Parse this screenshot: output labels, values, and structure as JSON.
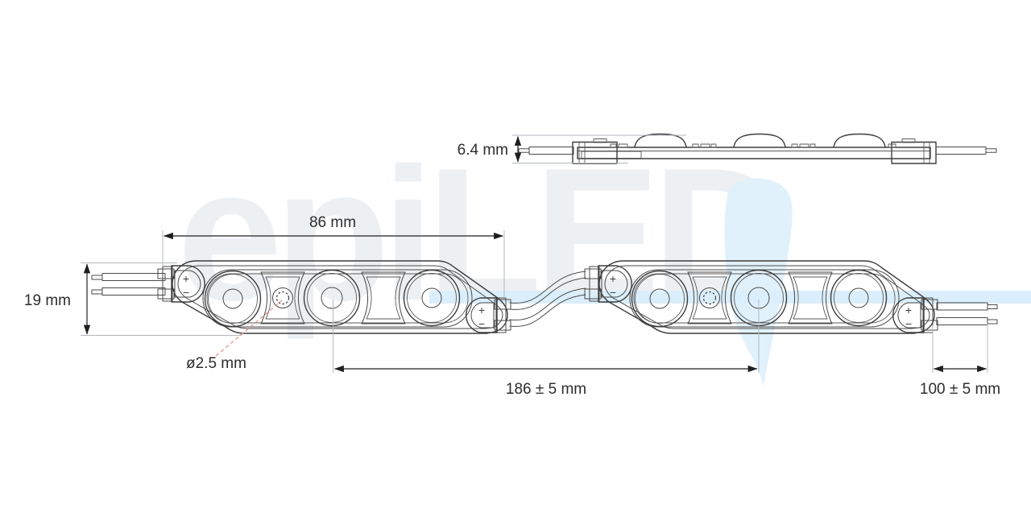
{
  "watermark": {
    "text": "epiLED"
  },
  "dimensions": {
    "module_height": "6.4 mm",
    "module_length": "86 mm",
    "module_width": "19 mm",
    "hole_diameter": "ø2.5 mm",
    "module_spacing": "186 ± 5 mm",
    "wire_length": "100 ± 5 mm"
  },
  "connector": {
    "plus": "+",
    "minus": "−"
  },
  "colors": {
    "outline": "#3d3d3d",
    "dimension_line": "#1f1f1f",
    "extension_line": "#b3b9bf",
    "leader_red": "#e89590",
    "watermark_text": "#edf0f3",
    "watermark_blue": "#dbeefb",
    "watermark_logo": "#e1f1fb",
    "background": "#ffffff"
  }
}
